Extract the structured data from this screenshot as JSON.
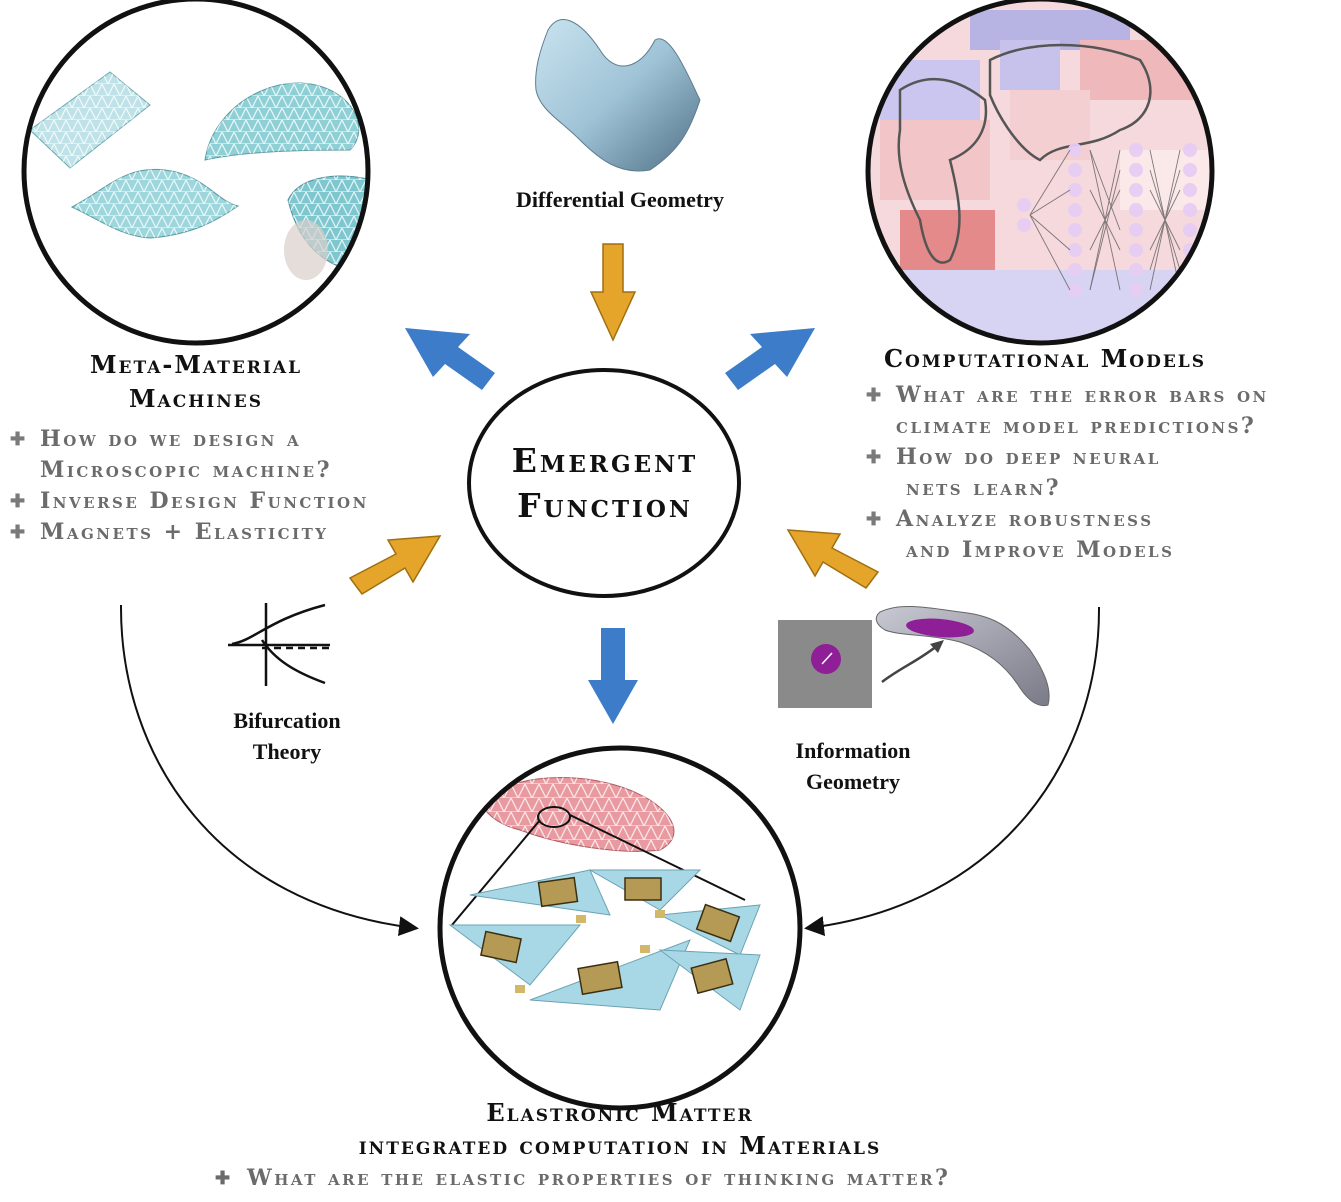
{
  "center": {
    "line1": "Emergent",
    "line2": "Function"
  },
  "meta_material": {
    "title_line1": "Meta-Material",
    "title_line2": "Machines",
    "bullets": [
      "How do we design a",
      "Microscopic machine?",
      "Inverse Design Function",
      "Magnets + Elasticity"
    ]
  },
  "computational": {
    "title": "Computational Models",
    "bullets": [
      "What are the error bars on",
      "climate model predictions?",
      "How do deep neural",
      "nets learn?",
      "Analyze robustness",
      "and Improve Models"
    ]
  },
  "elastronic": {
    "title_line1": "Elastronic Matter",
    "title_line2": "integrated computation in Materials",
    "bullet": "What are the elastic properties of thinking matter?"
  },
  "captions": {
    "differential_geometry": "Differential Geometry",
    "bifurcation_line1": "Bifurcation",
    "bifurcation_line2": "Theory",
    "information_line1": "Information",
    "information_line2": "Geometry"
  },
  "colors": {
    "blue_arrow": "#3d7cc9",
    "orange_arrow": "#e4a52a",
    "magenta": "#8e1f97"
  },
  "icons": [
    "saddle-surface-icon",
    "bifurcation-plot-icon",
    "manifold-icon",
    "neural-network-icon",
    "world-map-icon",
    "origami-sheet-icon",
    "circuit-triangle-icon"
  ]
}
